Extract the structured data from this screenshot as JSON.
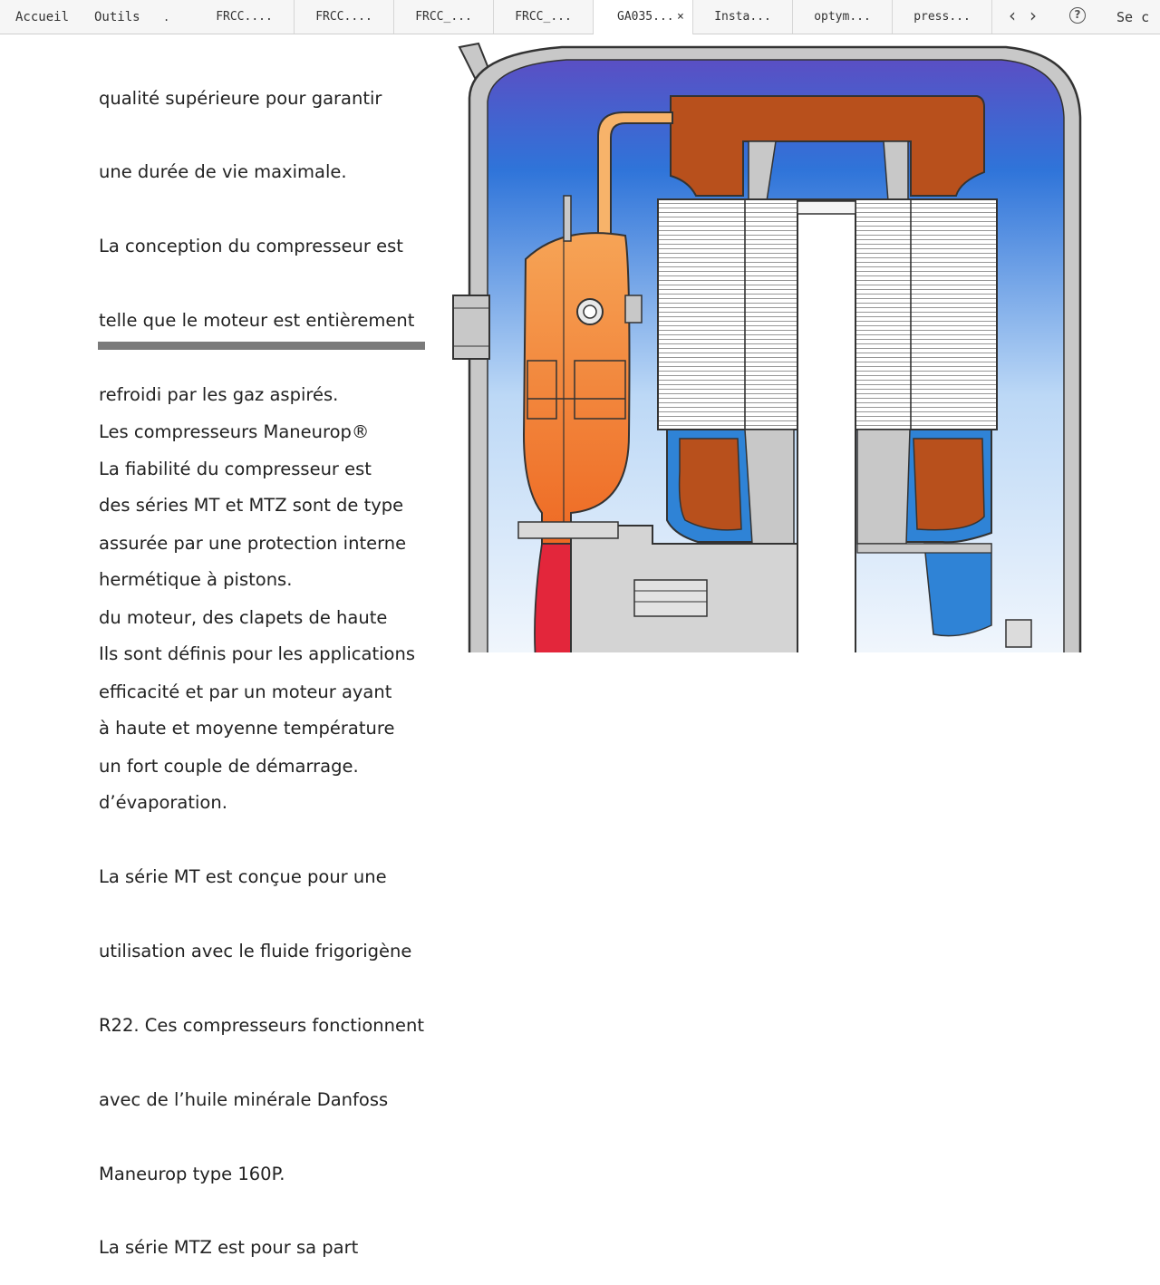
{
  "tabbar": {
    "accueil": "Accueil",
    "outils": "Outils",
    "separator": ".",
    "tabs": [
      {
        "label": "FRCC...."
      },
      {
        "label": "FRCC...."
      },
      {
        "label": "FRCC_..."
      },
      {
        "label": "FRCC_..."
      },
      {
        "label": "GA035...",
        "active": true,
        "close": "×"
      },
      {
        "label": "Insta..."
      },
      {
        "label": "optym..."
      },
      {
        "label": "press..."
      }
    ],
    "prev": "‹",
    "next": "›",
    "help": "?",
    "signin": "Se c"
  },
  "document": {
    "paragraph1": [
      "qualité supérieure pour garantir",
      "une durée de vie maximale.",
      "La conception du compresseur est",
      "telle que le moteur est entièrement",
      "refroidi par les gaz aspirés.",
      "La fiabilité du compresseur est",
      "assurée par une protection interne",
      "du moteur, des clapets de haute",
      "efficacité et par un moteur ayant",
      "un fort couple de démarrage."
    ],
    "paragraph2": [
      "Les compresseurs Maneurop®",
      "des séries MT et MTZ sont de type",
      "hermétique à pistons.",
      "Ils sont définis pour les applications",
      "à haute et moyenne température",
      "d’évaporation.",
      "La série MT est conçue pour une",
      "utilisation avec le fluide frigorigène",
      "R22. Ces compresseurs fonctionnent",
      "avec de l’huile minérale Danfoss",
      "Maneurop type 160P.",
      "La série MTZ est pour sa part"
    ]
  },
  "colors": {
    "shell_blue_top": "#5a4fc4",
    "shell_blue": "#2f74d9",
    "winding_copper": "#b8501c",
    "suction_orange": "#f28a3a",
    "pipe_orange": "#f7b36a",
    "oil_red": "#e3263b",
    "metal_gray": "#c8c8c8"
  }
}
